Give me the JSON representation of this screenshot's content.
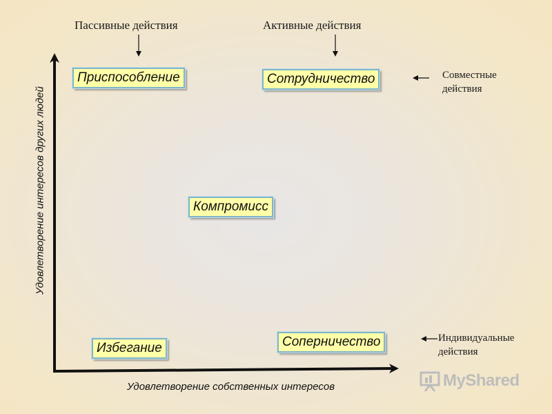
{
  "top_labels": {
    "passive": "Пассивные действия",
    "active": "Активные действия"
  },
  "side_notes": {
    "joint_line1": "Совместные",
    "joint_line2": "действия",
    "individual_line1": "Индивидуальные",
    "individual_line2": "действия"
  },
  "boxes": {
    "accommodation": "Приспособление",
    "collaboration": "Сотрудничество",
    "compromise": "Компромисс",
    "avoidance": "Избегание",
    "competition": "Соперничество"
  },
  "axes": {
    "x_label": "Удовлетворение собственных интересов",
    "y_label": "Удовлетворение интересов других людей"
  },
  "watermark": "MyShared"
}
